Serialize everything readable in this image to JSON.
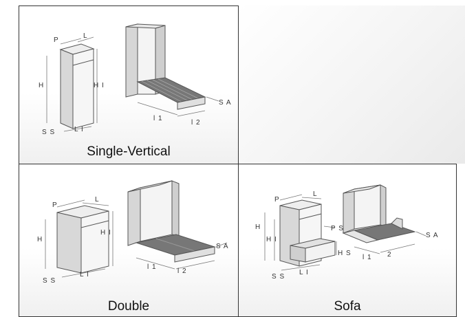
{
  "panels": {
    "single": {
      "caption": "Single-Vertical",
      "labels": {
        "p": "P",
        "l": "L",
        "h": "H",
        "hi": "H I",
        "ss": "S S",
        "li": "L I",
        "sa": "S A",
        "l1": "l 1",
        "l2": "l 2"
      }
    },
    "double": {
      "caption": "Double",
      "labels": {
        "p": "P",
        "l": "L",
        "h": "H",
        "hi": "H I",
        "ss": "S S",
        "li": "L I",
        "sa": "S A",
        "l1": "l 1",
        "l2": "l 2"
      }
    },
    "sofa": {
      "caption": "Sofa",
      "labels": {
        "p": "P",
        "l": "L",
        "h": "H",
        "hi": "H I",
        "ps": "P S",
        "hs": "H S",
        "ss": "S S",
        "li": "L I",
        "sa": "S A",
        "l1": "l 1",
        "l2": "2"
      }
    }
  }
}
